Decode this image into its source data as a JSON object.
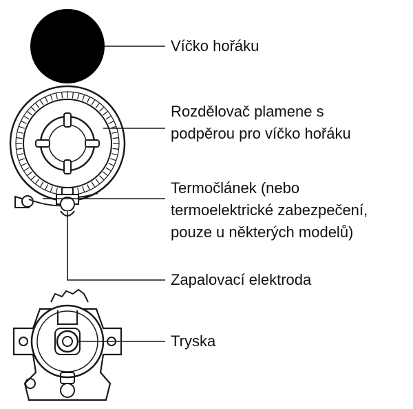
{
  "labels": {
    "cap": "Víčko hořáku",
    "spreader": [
      "Rozdělovač plamene s",
      "podpěrou pro víčko hořáku"
    ],
    "thermocouple": [
      "Termočlánek (nebo",
      "termoelektrické zabezpečení,",
      "pouze u některých modelů)"
    ],
    "electrode": "Zapalovací elektroda",
    "nozzle": "Tryska"
  },
  "colors": {
    "ink": "#111111",
    "line": "#1a1a1a",
    "background": "#ffffff"
  }
}
